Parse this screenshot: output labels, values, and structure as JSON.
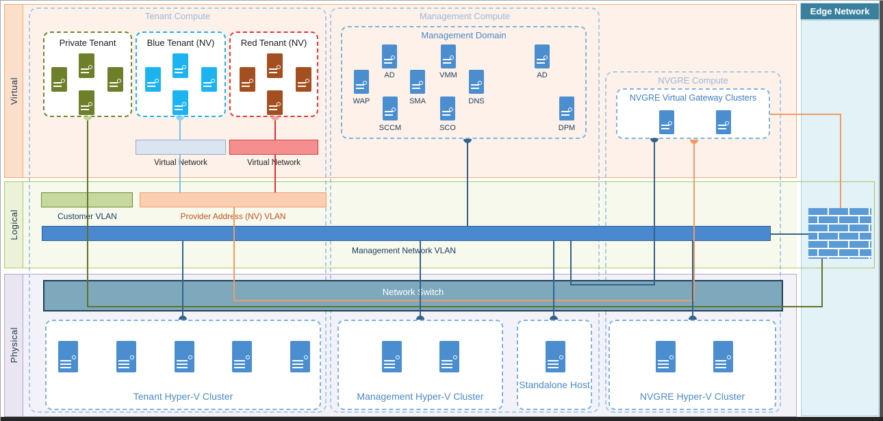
{
  "edge": {
    "title": "Edge Network"
  },
  "bands": {
    "virtual": "Virtual",
    "logical": "Logical",
    "physical": "Physical"
  },
  "columns": {
    "tenant": "Tenant Compute",
    "management": "Management Compute",
    "nvgre": "NVGRE Compute"
  },
  "tenants": [
    {
      "title": "Private Tenant",
      "vm_count": 4,
      "vm_color": "#6e7f2a",
      "border_color": "#6e8431"
    },
    {
      "title": "Blue Tenant (NV)",
      "vm_count": 4,
      "vm_color": "#1cb4f0",
      "border_color": "#1ab0f0"
    },
    {
      "title": "Red Tenant (NV)",
      "vm_count": 4,
      "vm_color": "#a34f1f",
      "border_color": "#f03030"
    }
  ],
  "virtual_networks": [
    {
      "label": "Virtual Network"
    },
    {
      "label": "Virtual Network"
    }
  ],
  "management_domain": {
    "title": "Management Domain",
    "servers": [
      "AD",
      "VMM",
      "AD",
      "WAP",
      "SMA",
      "DNS",
      "SCCM",
      "SCO",
      "DPM"
    ]
  },
  "nvgre_gateway": {
    "title": "NVGRE Virtual Gateway Clusters",
    "server_count": 2
  },
  "logical": {
    "customer_vlan": "Customer VLAN",
    "provider_vlan": "Provider Address (NV) VLAN",
    "management_vlan": "Management Network VLAN"
  },
  "physical": {
    "switch_label": "Network Switch",
    "clusters": [
      {
        "label": "Tenant Hyper-V Cluster",
        "host_count": 5
      },
      {
        "label": "Management Hyper-V Cluster",
        "host_count": 2
      },
      {
        "label": "Standalone Host",
        "host_count": 1
      },
      {
        "label": "NVGRE Hyper-V Cluster",
        "host_count": 2
      }
    ]
  },
  "colors": {
    "band_virtual_bg": "#fdf1e9",
    "band_virtual_border": "#f0aa78",
    "band_logical_bg": "#f6f9ec",
    "band_logical_border": "#a9c766",
    "band_physical_bg": "#f3f2f8",
    "band_physical_border": "#b3a7c8",
    "edge_header_bg": "#3a809d",
    "edge_body_bg": "#e2f2f7",
    "mgmt_vlan_bar": "#4a89cf",
    "customer_vlan_bg": "#c8d9a0",
    "provider_vlan_bg": "#fbceb1",
    "switch_bg": "#7ea9bd",
    "server_blue": "#4a8ecf",
    "firewall_brick": "#5b9bd5",
    "connector_teal": "#336289",
    "connector_olive": "#5f7226",
    "connector_orange": "#f19a64",
    "connector_red": "#e03030",
    "connector_lightblue": "#6ec6ee"
  }
}
